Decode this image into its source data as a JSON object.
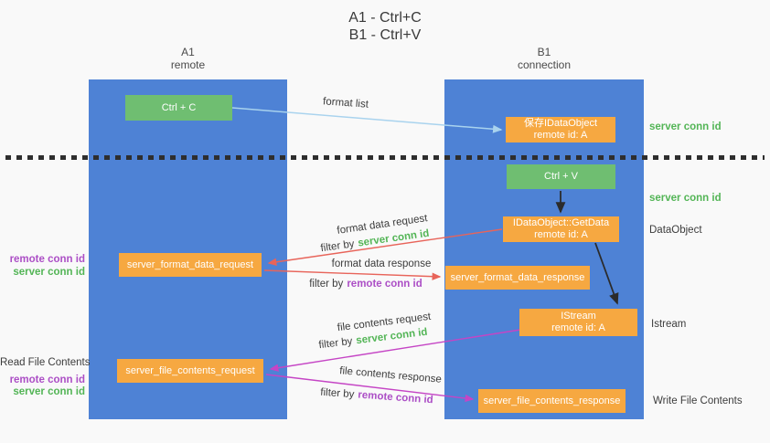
{
  "title": {
    "line1": "A1 - Ctrl+C",
    "line2": "B1 - Ctrl+V"
  },
  "lanes": {
    "a1": {
      "name": "A1",
      "subtitle": "remote"
    },
    "b1": {
      "name": "B1",
      "subtitle": "connection"
    }
  },
  "nodes": {
    "ctrl_c": {
      "label": "Ctrl + C"
    },
    "save_idataobject": {
      "line1": "保存IDataObject",
      "line2": "remote id: A"
    },
    "ctrl_v": {
      "label": "Ctrl + V"
    },
    "getdata": {
      "line1": "IDataObject::GetData",
      "line2": "remote id: A"
    },
    "server_format_data_request": {
      "label": "server_format_data_request"
    },
    "server_format_data_response": {
      "label": "server_format_data_response"
    },
    "istream": {
      "line1": "IStream",
      "line2": "remote id: A"
    },
    "server_file_contents_request": {
      "label": "server_file_contents_request"
    },
    "server_file_contents_response": {
      "label": "server_file_contents_response"
    }
  },
  "edge_labels": {
    "format_list": "format list",
    "format_data_request": "format data request",
    "format_data_response": "format data response",
    "file_contents_request": "file contents request",
    "file_contents_response": "file contents response",
    "filter_by": "filter by",
    "server_conn_id": "server conn id",
    "remote_conn_id": "remote conn id"
  },
  "annotations": {
    "right_server_conn_id_1": "server conn id",
    "right_server_conn_id_2": "server conn id",
    "right_dataobject": "DataObject",
    "right_istream": "Istream",
    "right_write_file_contents": "Write File Contents",
    "left_remote_conn_id_1": "remote conn id",
    "left_server_conn_id_1": "server conn id",
    "left_read_file_contents": "Read File Contents",
    "left_remote_conn_id_2": "remote conn id",
    "left_server_conn_id_2": "server conn id"
  },
  "colors": {
    "lane_blue": "#4e82d5",
    "node_green": "#6fbe71",
    "node_orange": "#f6a841",
    "green_label": "#53b556",
    "purple_label": "#ac4fc6",
    "red_arrow": "#e8645a",
    "magenta_arrow": "#c545c5",
    "light_blue_arrow": "#a9d3ee",
    "black_arrow": "#2b2b2b",
    "background": "#f9f9f9"
  }
}
